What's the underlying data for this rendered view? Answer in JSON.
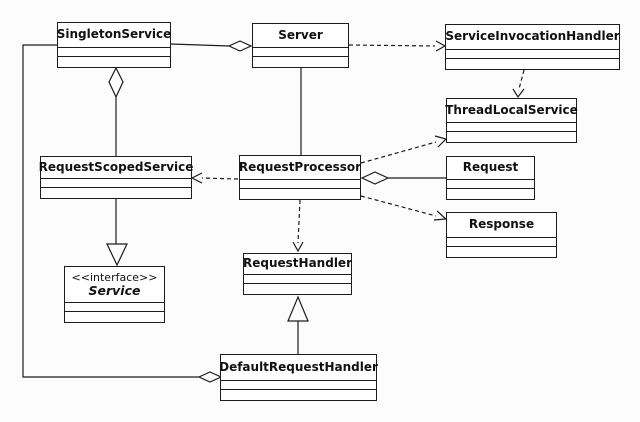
{
  "diagram": {
    "kind": "uml-class-diagram",
    "colors": {
      "background": "#fdfcfd",
      "box_fill": "#ffffff",
      "line": "#1c1c1c",
      "text": "#111111"
    },
    "classes": {
      "singleton_service": {
        "name": "SingletonService"
      },
      "server": {
        "name": "Server"
      },
      "service_invocation_handler": {
        "name": "ServiceInvocationHandler"
      },
      "thread_local_service": {
        "name": "ThreadLocalService"
      },
      "request_scoped_service": {
        "name": "RequestScopedService"
      },
      "request_processor": {
        "name": "RequestProcessor"
      },
      "request": {
        "name": "Request"
      },
      "response": {
        "name": "Response"
      },
      "service_interface": {
        "stereotype": "<<interface>>",
        "name": "Service"
      },
      "request_handler": {
        "name": "RequestHandler"
      },
      "default_request_handler": {
        "name": "DefaultRequestHandler"
      }
    },
    "relationships": [
      {
        "from": "SingletonService",
        "to": "Server",
        "type": "aggregation",
        "diamond_at": "Server"
      },
      {
        "from": "RequestScopedService",
        "to": "SingletonService",
        "type": "aggregation",
        "diamond_at": "SingletonService"
      },
      {
        "from": "DefaultRequestHandler",
        "to": "SingletonService",
        "type": "aggregation",
        "diamond_at": "DefaultRequestHandler"
      },
      {
        "from": "Server",
        "to": "ServiceInvocationHandler",
        "type": "dependency-dashed"
      },
      {
        "from": "Server",
        "to": "RequestProcessor",
        "type": "association-solid"
      },
      {
        "from": "ServiceInvocationHandler",
        "to": "ThreadLocalService",
        "type": "dependency-dashed"
      },
      {
        "from": "RequestProcessor",
        "to": "RequestScopedService",
        "type": "dependency-dashed"
      },
      {
        "from": "RequestProcessor",
        "to": "ThreadLocalService",
        "type": "dependency-dashed"
      },
      {
        "from": "RequestProcessor",
        "to": "Request",
        "type": "aggregation",
        "diamond_at": "RequestProcessor"
      },
      {
        "from": "RequestProcessor",
        "to": "Response",
        "type": "dependency-dashed"
      },
      {
        "from": "RequestProcessor",
        "to": "RequestHandler",
        "type": "dependency-dashed"
      },
      {
        "from": "DefaultRequestHandler",
        "to": "RequestHandler",
        "type": "generalization"
      },
      {
        "from": "RequestScopedService",
        "to": "Service",
        "type": "generalization"
      }
    ]
  }
}
